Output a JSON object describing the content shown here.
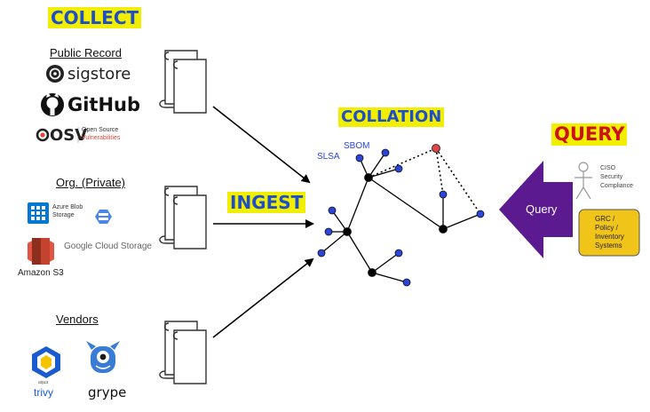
{
  "headings": {
    "collect": "COLLECT",
    "ingest": "INGEST",
    "collation": "COLLATION",
    "query": "QUERY"
  },
  "colors": {
    "highlight": "#f2ee00",
    "heading_text": "#1f4fc6",
    "query_heading_text": "#cc1111",
    "arrow_fill": "#5b1a8f",
    "node_blue": "#2a46d8",
    "node_red": "#e04444",
    "node_black": "#000000",
    "policy_box": "#f0c419",
    "sigstore_dark": "#222222",
    "osv_red": "#e2443a",
    "azure_blue": "#0078d4",
    "gcs_blue": "#4a86e8",
    "s3_red": "#c4432f",
    "trivy_blue": "#1b5bd0",
    "grype_blue": "#3a7bd5"
  },
  "sections": {
    "public_record": {
      "title": "Public Record",
      "sources": [
        {
          "name": "sigstore",
          "icon": "sigstore-logo-icon"
        },
        {
          "name": "GitHub",
          "icon": "github-octocat-icon"
        },
        {
          "name": "OSV",
          "icon": "osv-logo-icon",
          "tagline_1": "Open Source",
          "tagline_2": "Vulnerabilities"
        }
      ]
    },
    "org_private": {
      "title": "Org. (Private)",
      "sources": [
        {
          "name_1": "Azure Blob",
          "name_2": "Storage",
          "icon": "azure-blob-icon"
        },
        {
          "name": "Google Cloud Storage",
          "icon": "google-cloud-storage-icon"
        },
        {
          "name": "Amazon S3",
          "icon": "amazon-s3-icon"
        }
      ]
    },
    "vendors": {
      "title": "Vendors",
      "sources": [
        {
          "name": "trivy",
          "org": "aqua",
          "icon": "trivy-logo-icon"
        },
        {
          "name": "grype",
          "icon": "grype-mascot-icon"
        }
      ]
    }
  },
  "graph_labels": {
    "slsa": "SLSA",
    "sbom": "SBOM"
  },
  "query_arrow_label": "Query",
  "consumers": {
    "persona_1": "CISO",
    "persona_2": "Security",
    "persona_3": "Compliance",
    "systems_1": "GRC /",
    "systems_2": "Policy /",
    "systems_3": "Inventory",
    "systems_4": "Systems"
  }
}
